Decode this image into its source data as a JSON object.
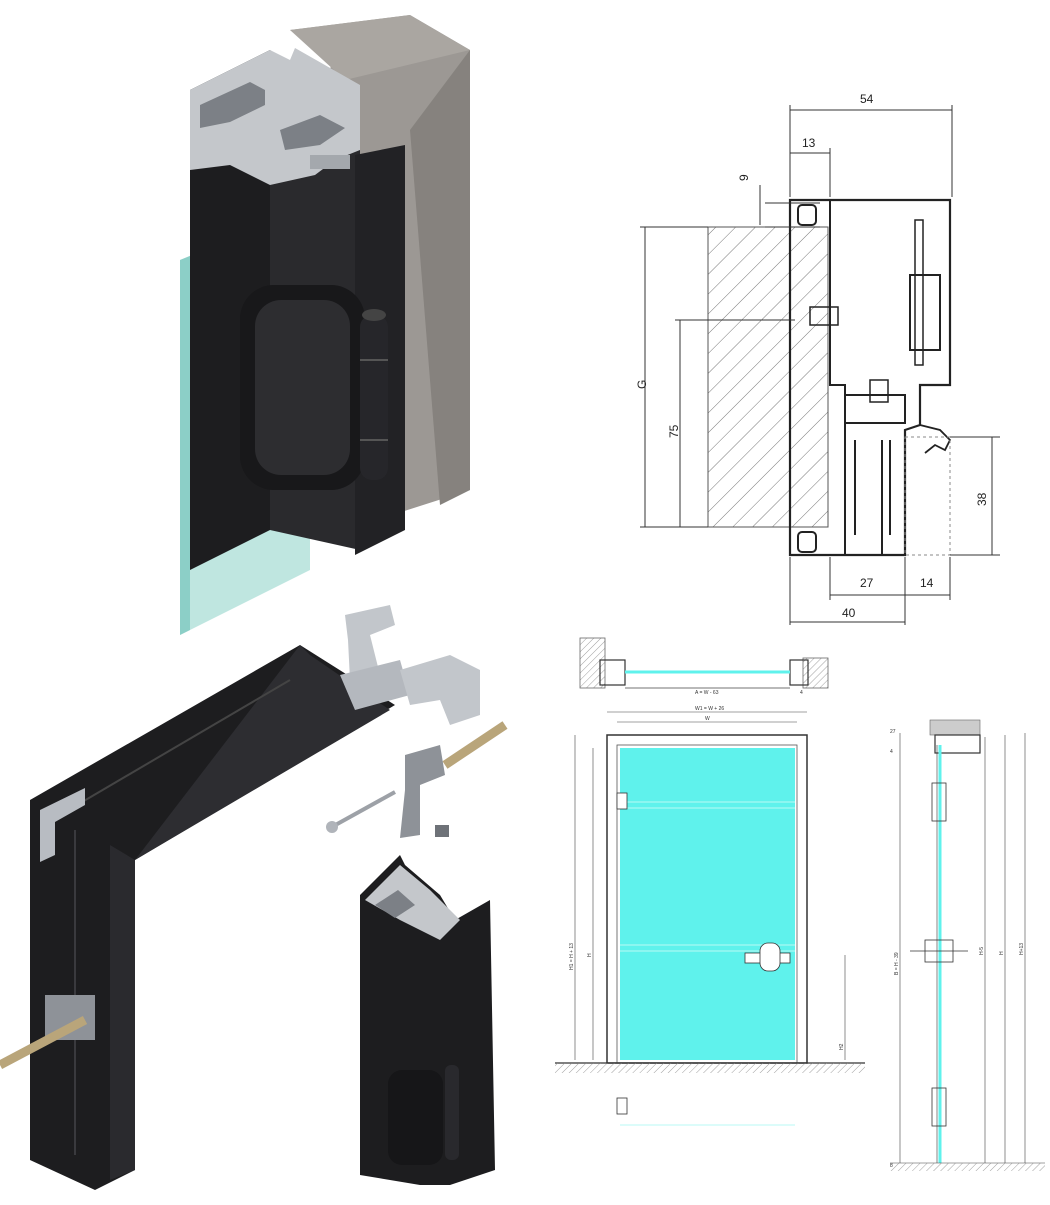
{
  "section_dims": {
    "d54": "54",
    "d13": "13",
    "d9": "9",
    "g": "G",
    "d75": "75",
    "d38": "38",
    "d27": "27",
    "d14": "14",
    "d40": "40"
  },
  "drawing_labels": {
    "top_a": "A = W - 63",
    "top_4": "4",
    "w1": "W1 = W + 26",
    "w": "W",
    "h1": "H1 = H + 13",
    "h": "H",
    "h2": "H2",
    "d27": "27",
    "d4": "4",
    "b": "B = H - 39",
    "h5": "H-5",
    "hs": "H",
    "h13": "H+13",
    "d8": "8"
  },
  "colors": {
    "glass": "#5ff2ec",
    "frame_black": "#1d1d1f",
    "aluminium": "#c4c7cb",
    "concrete": "#9c9894",
    "steel": "#b8bcc2",
    "line": "#333333"
  },
  "icons": {
    "hinge_render": "hinge-icon",
    "screw": "screw-icon",
    "bracket": "bracket-icon",
    "handle": "handle-icon"
  }
}
